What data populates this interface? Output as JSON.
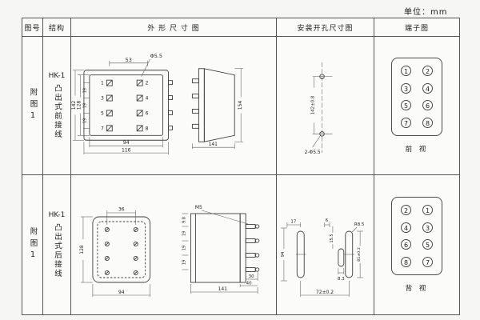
{
  "unit_label": "单位：mm",
  "table": {
    "headers": {
      "fig": "图号",
      "structure": "结构",
      "outline": "外 形 尺 寸 图",
      "mounting": "安装开孔尺寸图",
      "terminal": "端子图"
    }
  },
  "rows": [
    {
      "fig_no": "附图1",
      "model": "HK-1",
      "structure_type": "凸出式前接线",
      "outline": {
        "top_width": "53",
        "hole_label": "Φ5.5",
        "height_total": "142",
        "height_inner": "128",
        "pitch": [
          "19",
          "19",
          "19"
        ],
        "width_inner": "94",
        "width_total": "116",
        "side_height": "154",
        "side_width": "141",
        "terminals": [
          "1",
          "2",
          "3",
          "4",
          "5",
          "6",
          "7",
          "8"
        ]
      },
      "mounting": {
        "vertical": "142±0.8",
        "holes": "2-Φ5.5"
      },
      "terminal_diagram": {
        "cells": [
          "1",
          "2",
          "3",
          "4",
          "5",
          "6",
          "7",
          "8"
        ],
        "caption": "前 视"
      }
    },
    {
      "fig_no": "附图1",
      "model": "HK-1",
      "structure_type": "凸出式后接线",
      "outline": {
        "top_width": "36",
        "screw_label": "M5",
        "height_inner": "128",
        "width_inner": "94",
        "pin_first": "9.8",
        "pitch": [
          "19",
          "19",
          "19"
        ],
        "pin_len": "30",
        "pin_len2": "40",
        "side_width": "141"
      },
      "mounting": {
        "top_left": "17",
        "top_mid": "6",
        "top_mid2": "15.5",
        "radius": "R8.5",
        "left_height": "94",
        "right_height": "81±0.2",
        "center_width": "8.3",
        "bottom_width": "72±0.2"
      },
      "terminal_diagram": {
        "cells": [
          "2",
          "1",
          "4",
          "3",
          "6",
          "5",
          "8",
          "7"
        ],
        "caption": "背 视"
      }
    }
  ]
}
